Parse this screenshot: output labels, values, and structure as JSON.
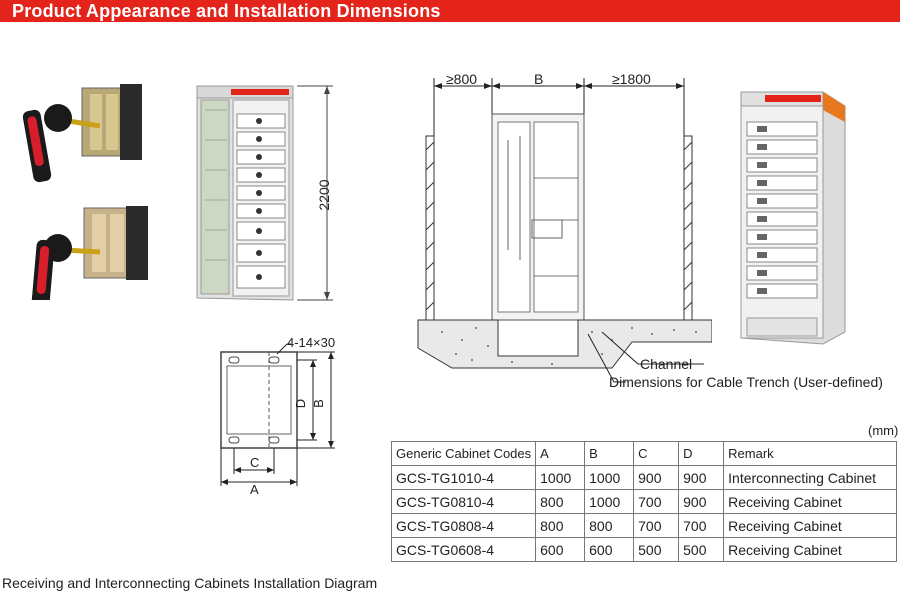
{
  "header": {
    "title": "Product Appearance and Installation Dimensions"
  },
  "cabinet_photo": {
    "height_label": "2200"
  },
  "installation": {
    "left_clearance": "≥800",
    "width_label": "B",
    "right_clearance": "≥1800",
    "channel_label": "Channel",
    "trench_label": "Dimensions for Cable Trench (User-defined)"
  },
  "mounting": {
    "holes_label": "4-14×30",
    "labels": {
      "a": "A",
      "b": "B",
      "c": "C",
      "d": "D"
    }
  },
  "table": {
    "unit": "(mm)",
    "headers": [
      "Generic Cabinet Codes",
      "A",
      "B",
      "C",
      "D",
      "Remark"
    ],
    "rows": [
      [
        "GCS-TG1010-4",
        "1000",
        "1000",
        "900",
        "900",
        "Interconnecting Cabinet"
      ],
      [
        "GCS-TG0810-4",
        "800",
        "1000",
        "700",
        "900",
        "Receiving Cabinet"
      ],
      [
        "GCS-TG0808-4",
        "800",
        "800",
        "700",
        "700",
        "Receiving Cabinet"
      ],
      [
        "GCS-TG0608-4",
        "600",
        "600",
        "500",
        "500",
        "Receiving Cabinet"
      ]
    ]
  },
  "caption": "Receiving and Interconnecting Cabinets Installation Diagram",
  "colors": {
    "accent": "#e4231b"
  }
}
